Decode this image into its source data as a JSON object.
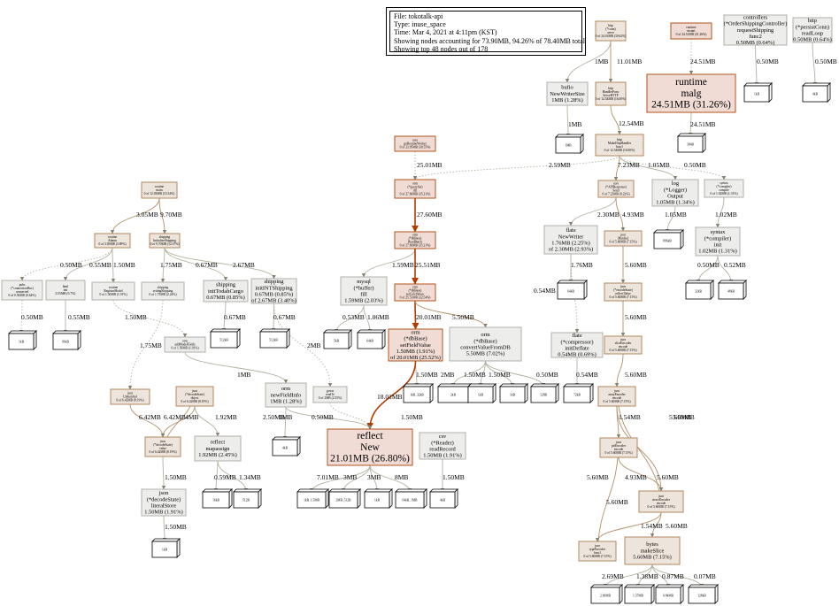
{
  "legend": {
    "file": "File: tokotalk-api",
    "type": "Type: inuse_space",
    "time": "Time: Mar 4, 2021 at 4:11pm (KST)",
    "showing": "Showing nodes accounting for 73.90MB, 94.26% of 78.40MB total",
    "top": "Showing top 48 nodes out of 178"
  },
  "colors": {
    "hot_fill": "#f0dcd4",
    "hot_stroke": "#b2531a",
    "warm_fill": "#ede4dc",
    "warm_stroke": "#b2895c",
    "cool_fill": "#ededeb",
    "cool_stroke": "#b2b0a8",
    "hot_edge": "#b23c00",
    "warm_edge": "#b2906a",
    "cool_edge": "#b2b2a0"
  },
  "nodes": [
    {
      "id": "n_http_conn",
      "lines": [
        "http",
        "(*conn)",
        "serve",
        "0 of 24.01MB (30.62%)"
      ],
      "heat": "warm",
      "big": false
    },
    {
      "id": "n_runtime_malg_parent",
      "lines": [
        "runtime",
        "mstart",
        "0 of 24.51MB (31.26%)"
      ],
      "heat": "hot",
      "big": false
    },
    {
      "id": "n_controllers",
      "lines": [
        "controllers",
        "(*OrderShippingController)",
        "requestShipping",
        "func2",
        "0.50MB (0.64%)"
      ],
      "heat": "cool",
      "big": false
    },
    {
      "id": "n_http_persist",
      "lines": [
        "http",
        "(*persistConn)",
        "readLoop",
        "0.50MB (0.64%)"
      ],
      "heat": "cool",
      "big": false
    },
    {
      "id": "n_bufio",
      "lines": [
        "bufio",
        "NewWriterSize",
        "1MB (1.28%)"
      ],
      "heat": "cool",
      "big": false
    },
    {
      "id": "n_http_handler",
      "lines": [
        "http",
        "HandlerFunc",
        "ServeHTTP",
        "0 of 12.54MB (16.00%)"
      ],
      "heat": "warm",
      "big": false
    },
    {
      "id": "n_runtime_malg",
      "lines": [
        "runtime",
        "malg",
        "24.51MB (31.26%)"
      ],
      "heat": "hot",
      "big": true
    },
    {
      "id": "n_core_worker",
      "lines": [
        "core",
        "goRoutineWorker",
        "0 of 23.95MB (30.55%)"
      ],
      "heat": "hot",
      "big": false
    },
    {
      "id": "n_http_mw",
      "lines": [
        "http",
        "MakeHttpHandler",
        "func1",
        "0 of 12.54MB (16.00%)"
      ],
      "heat": "warm",
      "big": false
    },
    {
      "id": "n_orm_query",
      "lines": [
        "orm",
        "(*querySet)",
        "All",
        "0 of 27.60MB (35.21%)"
      ],
      "heat": "hot",
      "big": false
    },
    {
      "id": "n_core_api",
      "lines": [
        "core",
        "(*APIResponse)",
        "Send",
        "0 of 7.23MB (9.22%)"
      ],
      "heat": "warm",
      "big": false
    },
    {
      "id": "n_log",
      "lines": [
        "log",
        "(*Logger)",
        "Output",
        "1.05MB (1.34%)"
      ],
      "heat": "cool",
      "big": false
    },
    {
      "id": "n_syntax_compile",
      "lines": [
        "syntax",
        "(*compiler)",
        "compile",
        "0 of 1.02MB (1.31%)"
      ],
      "heat": "cool",
      "big": false
    },
    {
      "id": "n_routine_main",
      "lines": [
        "routine",
        "main",
        "0 of 12.03MB (15.34%)"
      ],
      "heat": "warm",
      "big": false
    },
    {
      "id": "n_orm_readrows",
      "lines": [
        "orm",
        "(*dbBase)",
        "ReadBatch",
        "0 of 27.60MB (35.21%)"
      ],
      "heat": "hot",
      "big": false
    },
    {
      "id": "n_flate_writer",
      "lines": [
        "flate",
        "NewWriter",
        "1.76MB (2.25%)",
        "of 2.30MB (2.93%)"
      ],
      "heat": "cool",
      "big": false
    },
    {
      "id": "n_json_marshal1",
      "lines": [
        "json",
        "Marshal",
        "0 of 5.60MB (7.15%)"
      ],
      "heat": "warm",
      "big": false
    },
    {
      "id": "n_syntax_init",
      "lines": [
        "syntax",
        "(*compiler)",
        "init",
        "1.02MB (1.31%)"
      ],
      "heat": "cool",
      "big": false
    },
    {
      "id": "n_routine_admin",
      "lines": [
        "routine",
        "Admin",
        "0 of 3.05MB (3.89%)"
      ],
      "heat": "warm",
      "big": false
    },
    {
      "id": "n_shipping_init",
      "lines": [
        "shipping",
        "InitializeShipping",
        "0 of 9.70MB (12.37%)"
      ],
      "heat": "warm",
      "big": false
    },
    {
      "id": "n_mysql",
      "lines": [
        "mysql",
        "(*buffer)",
        "fill",
        "1.59MB (2.03%)"
      ],
      "heat": "cool",
      "big": false
    },
    {
      "id": "n_orm_setcol",
      "lines": [
        "orm",
        "(*dbBase)",
        "setColsValues",
        "0 of 25.51MB (32.54%)"
      ],
      "heat": "hot",
      "big": false
    },
    {
      "id": "n_json_encstate",
      "lines": [
        "json",
        "(*encodeState)",
        "reflectValue",
        "0 of 5.60MB (7.15%)"
      ],
      "heat": "warm",
      "big": false
    },
    {
      "id": "n_pubs",
      "lines": [
        "pubs",
        "(*connectionBus)",
        "connected",
        "0 of 0.50MB (0.64%)"
      ],
      "heat": "cool",
      "big": false
    },
    {
      "id": "n_html_init",
      "lines": [
        "html",
        "init",
        "0.55MB (0.7%)"
      ],
      "heat": "cool",
      "big": false
    },
    {
      "id": "n_routine_register",
      "lines": [
        "routine",
        "RegisterModel",
        "0 of 1.50MB (1.91%)"
      ],
      "heat": "cool",
      "big": false
    },
    {
      "id": "n_shipping_setup",
      "lines": [
        "shipping",
        "settingShipping",
        "0 of 1.75MB (2.24%)"
      ],
      "heat": "cool",
      "big": false
    },
    {
      "id": "n_shipping_cargo",
      "lines": [
        "shipping",
        "initTodahCargo",
        "0.67MB (0.85%)"
      ],
      "heat": "cool",
      "big": false
    },
    {
      "id": "n_shipping_init_int",
      "lines": [
        "shipping",
        "initINTShipping",
        "0.67MB (0.85%)",
        "of 2.67MB (3.40%)"
      ],
      "heat": "cool",
      "big": false
    },
    {
      "id": "n_orm_setfield",
      "lines": [
        "orm",
        "(*dbBase)",
        "setFieldValue",
        "1.50MB (1.91%)",
        "of 20.01MB (25.52%)"
      ],
      "heat": "hot",
      "big": false
    },
    {
      "id": "n_orm_convert",
      "lines": [
        "orm",
        "(*dbBase)",
        "convertValueFromDB",
        "5.50MB (7.02%)"
      ],
      "heat": "cool",
      "big": false
    },
    {
      "id": "n_flate_inflate",
      "lines": [
        "flate",
        "(*compressor)",
        "initDeflate",
        "0.54MB (0.69%)"
      ],
      "heat": "cool",
      "big": false
    },
    {
      "id": "n_json_sliceenc",
      "lines": [
        "json",
        "sliceEncoder",
        "encode",
        "0 of 5.60MB (7.15%)"
      ],
      "heat": "warm",
      "big": false
    },
    {
      "id": "n_orm_addfields",
      "lines": [
        "orm",
        "addModelFields",
        "0 of 1.50MB (1.91%)"
      ],
      "heat": "cool",
      "big": false
    },
    {
      "id": "n_json_unmarshal",
      "lines": [
        "json",
        "Unmarshal",
        "0 of 6.42MB (8.19%)"
      ],
      "heat": "warm",
      "big": false
    },
    {
      "id": "n_json_object",
      "lines": [
        "json",
        "(*decodeState)",
        "object",
        "0 of 6.42MB (8.19%)"
      ],
      "heat": "warm",
      "big": false
    },
    {
      "id": "n_orm_newfield",
      "lines": [
        "orm",
        "newFieldInfo",
        "1MB (1.28%)"
      ],
      "heat": "cool",
      "big": false
    },
    {
      "id": "n_govar",
      "lines": [
        "govar",
        "readTo",
        "0 of 2MB (2.55%)"
      ],
      "heat": "cool",
      "big": false
    },
    {
      "id": "n_json_arrayenc",
      "lines": [
        "json",
        "arrayEncoder",
        "encode",
        "0 of 5.60MB (7.15%)"
      ],
      "heat": "warm",
      "big": false
    },
    {
      "id": "n_json_value",
      "lines": [
        "json",
        "(*decodeState)",
        "value",
        "0 of 6.42MB (8.19%)"
      ],
      "heat": "warm",
      "big": false
    },
    {
      "id": "n_reflect_mapassign",
      "lines": [
        "reflect",
        "mapassign",
        "1.92MB (2.45%)"
      ],
      "heat": "cool",
      "big": false
    },
    {
      "id": "n_reflect_new",
      "lines": [
        "reflect",
        "New",
        "21.01MB (26.80%)"
      ],
      "heat": "hot",
      "big": true
    },
    {
      "id": "n_csv",
      "lines": [
        "csv",
        "(*Reader)",
        "readRecord",
        "1.50MB (1.91%)"
      ],
      "heat": "cool",
      "big": false
    },
    {
      "id": "n_json_ptrenc",
      "lines": [
        "json",
        "ptrEncoder",
        "encode",
        "0 of 5.60MB (7.15%)"
      ],
      "heat": "warm",
      "big": false
    },
    {
      "id": "n_json_literal",
      "lines": [
        "json",
        "(*decodeState)",
        "literalStore",
        "1.50MB (1.91%)"
      ],
      "heat": "cool",
      "big": false
    },
    {
      "id": "n_json_structenc",
      "lines": [
        "json",
        "structEncoder",
        "encode",
        "0 of 5.60MB (7.15%)"
      ],
      "heat": "warm",
      "big": false
    },
    {
      "id": "n_json_typeenc",
      "lines": [
        "json",
        "typeEncoder",
        "func1",
        "0 of 5.60MB (7.15%)"
      ],
      "heat": "warm",
      "big": false
    },
    {
      "id": "n_bytes_makeslice",
      "lines": [
        "bytes",
        "makeSlice",
        "5.60MB (7.15%)"
      ],
      "heat": "warm",
      "big": false
    }
  ],
  "boxes": [
    {
      "id": "b_controllers",
      "label": "1kB"
    },
    {
      "id": "b_persist",
      "label": "4kB"
    },
    {
      "id": "b_bufio",
      "label": "1MB"
    },
    {
      "id": "b_malg",
      "label": "384B"
    },
    {
      "id": "b_log",
      "label": "896kB"
    },
    {
      "id": "b_syntax1",
      "label": "32kB"
    },
    {
      "id": "b_syntax2",
      "label": "48kB"
    },
    {
      "id": "b_pubs",
      "label": "1kB"
    },
    {
      "id": "b_html",
      "label": "96kB"
    },
    {
      "id": "b_flate",
      "label": "64kB"
    },
    {
      "id": "b_mysql1",
      "label": "5kB"
    },
    {
      "id": "b_mysql2",
      "label": "64kB"
    },
    {
      "id": "b_cargo",
      "label": "512kB"
    },
    {
      "id": "b_shipint",
      "label": "512kB"
    },
    {
      "id": "b_setfield",
      "label": "1kB..32kB"
    },
    {
      "id": "b_conv1",
      "label": "2kB"
    },
    {
      "id": "b_conv2",
      "label": "1kB"
    },
    {
      "id": "b_conv3",
      "label": "1kB"
    },
    {
      "id": "b_conv4",
      "label": "128B"
    },
    {
      "id": "b_inflate",
      "label": "72kB"
    },
    {
      "id": "b_newfield",
      "label": "4kB"
    },
    {
      "id": "b_mapassign1",
      "label": "16kB"
    },
    {
      "id": "b_mapassign2",
      "label": "512B"
    },
    {
      "id": "b_new1",
      "label": "1kB..1.5MB"
    },
    {
      "id": "b_new2",
      "label": "2MB..512B"
    },
    {
      "id": "b_new3",
      "label": "1kB"
    },
    {
      "id": "b_new4",
      "label": "64kB..1MB"
    },
    {
      "id": "b_csv",
      "label": "4kB"
    },
    {
      "id": "b_literal",
      "label": "1kB"
    },
    {
      "id": "b_bytes1",
      "label": "2.69MB"
    },
    {
      "id": "b_bytes2",
      "label": "1.37MB"
    },
    {
      "id": "b_bytes3",
      "label": "0.84MB"
    },
    {
      "id": "b_bytes4",
      "label": "128kB"
    }
  ],
  "edge_labels": [
    {
      "id": "e_conn_bufio",
      "text": "1MB"
    },
    {
      "id": "e_conn_handler",
      "text": "11.01MB"
    },
    {
      "id": "e_mstart_malg",
      "text": "24.51MB"
    },
    {
      "id": "e_controllers",
      "text": "0.50MB"
    },
    {
      "id": "e_persist",
      "text": "0.50MB"
    },
    {
      "id": "e_bufio_box",
      "text": "1MB"
    },
    {
      "id": "e_handler_mw",
      "text": "12.54MB"
    },
    {
      "id": "e_malg_box",
      "text": "24.51MB"
    },
    {
      "id": "e_worker_query",
      "text": "25.01MB"
    },
    {
      "id": "e_mw_query",
      "text": "2.59MB"
    },
    {
      "id": "e_mw_api",
      "text": "7.23MB"
    },
    {
      "id": "e_mw_log",
      "text": "1.05MB"
    },
    {
      "id": "e_mw_syntax",
      "text": "0.50MB"
    },
    {
      "id": "e_query_read",
      "text": "27.60MB"
    },
    {
      "id": "e_api_flate",
      "text": "2.30MB"
    },
    {
      "id": "e_api_json",
      "text": "4.93MB"
    },
    {
      "id": "e_log_box",
      "text": "1.05MB"
    },
    {
      "id": "e_syntax_init",
      "text": "1.02MB"
    },
    {
      "id": "e_main_admin",
      "text": "3.05MB"
    },
    {
      "id": "e_main_ship",
      "text": "9.70MB"
    },
    {
      "id": "e_read_mysql",
      "text": "1.59MB"
    },
    {
      "id": "e_read_setcol",
      "text": "25.51MB"
    },
    {
      "id": "e_flate_box",
      "text": "1.76MB"
    },
    {
      "id": "e_flate_inflate",
      "text": "0.54MB"
    },
    {
      "id": "e_json_enc",
      "text": "5.60MB"
    },
    {
      "id": "e_syntax_b1",
      "text": "0.50MB"
    },
    {
      "id": "e_syntax_b2",
      "text": "0.52MB"
    },
    {
      "id": "e_admin_pubs",
      "text": "0.50MB"
    },
    {
      "id": "e_admin_html",
      "text": "0.55MB"
    },
    {
      "id": "e_admin_reg",
      "text": "1.50MB"
    },
    {
      "id": "e_ship_setup",
      "text": "1.75MB"
    },
    {
      "id": "e_ship_cargo",
      "text": "0.67MB"
    },
    {
      "id": "e_ship_int",
      "text": "2.67MB"
    },
    {
      "id": "e_mysql_b1",
      "text": "0.53MB"
    },
    {
      "id": "e_mysql_b2",
      "text": "1.06MB"
    },
    {
      "id": "e_setcol_field",
      "text": "20.01MB"
    },
    {
      "id": "e_setcol_conv",
      "text": "5.50MB"
    },
    {
      "id": "e_enc_slice",
      "text": "5.60MB"
    },
    {
      "id": "e_pubs_box",
      "text": "0.50MB"
    },
    {
      "id": "e_html_box",
      "text": "0.55MB"
    },
    {
      "id": "e_reg_add",
      "text": "1.50MB"
    },
    {
      "id": "e_cargo_box",
      "text": "0.67MB"
    },
    {
      "id": "e_int_box",
      "text": "0.67MB"
    },
    {
      "id": "e_setup_unm",
      "text": "1.75MB"
    },
    {
      "id": "e_add_new",
      "text": "1MB"
    },
    {
      "id": "e_int_govar",
      "text": "2MB"
    },
    {
      "id": "e_field_box",
      "text": "1.50MB"
    },
    {
      "id": "e_field_new",
      "text": "18.01MB"
    },
    {
      "id": "e_conv_b1",
      "text": "2MB"
    },
    {
      "id": "e_conv_b2",
      "text": "1.50MB"
    },
    {
      "id": "e_conv_b3",
      "text": "1.50MB"
    },
    {
      "id": "e_conv_b4",
      "text": "0.50MB"
    },
    {
      "id": "e_inflate_box",
      "text": "0.54MB"
    },
    {
      "id": "e_slice_array",
      "text": "5.60MB"
    },
    {
      "id": "e_unm_value1",
      "text": "6.42MB"
    },
    {
      "id": "e_obj_value",
      "text": "6.42MB"
    },
    {
      "id": "e_obj_4mb",
      "text": "4MB"
    },
    {
      "id": "e_obj_map",
      "text": "1.92MB"
    },
    {
      "id": "e_govar_new",
      "text": "0.50MB"
    },
    {
      "id": "e_newfield_new",
      "text": "1.50MB"
    },
    {
      "id": "e_newfield_250",
      "text": "2.50MB"
    },
    {
      "id": "e_newfield_box",
      "text": "1MB"
    },
    {
      "id": "e_csv_box",
      "text": "1.50MB"
    },
    {
      "id": "e_array_ptr",
      "text": "1.54MB"
    },
    {
      "id": "e_array_struct",
      "text": "5.60MB"
    },
    {
      "id": "e_map_b1",
      "text": "0.59MB"
    },
    {
      "id": "e_map_b2",
      "text": "1.34MB"
    },
    {
      "id": "e_new_b1",
      "text": "7.01MB"
    },
    {
      "id": "e_new_b2",
      "text": "3MB"
    },
    {
      "id": "e_new_b3",
      "text": "3MB"
    },
    {
      "id": "e_new_b4",
      "text": "8MB"
    },
    {
      "id": "e_ptr_struct",
      "text": "4.93MB"
    },
    {
      "id": "e_ptr_struct2",
      "text": "5.60MB"
    },
    {
      "id": "e_value_literal",
      "text": "1.50MB"
    },
    {
      "id": "e_typeenc_l",
      "text": "5.60MB"
    },
    {
      "id": "e_typeenc_l2",
      "text": "5.60MB"
    },
    {
      "id": "e_struct_bytes",
      "text": "1.54MB"
    },
    {
      "id": "e_struct_bytes2",
      "text": "5.60MB"
    },
    {
      "id": "e_bytes_b1",
      "text": "2.69MB"
    },
    {
      "id": "e_bytes_b2",
      "text": "1.38MB"
    },
    {
      "id": "e_bytes_b3",
      "text": "0.87MB"
    },
    {
      "id": "e_bytes_b4",
      "text": "0.07MB"
    },
    {
      "id": "e_literal_box",
      "text": "1.50MB"
    },
    {
      "id": "e_struct_back",
      "text": "5.60MB"
    }
  ]
}
